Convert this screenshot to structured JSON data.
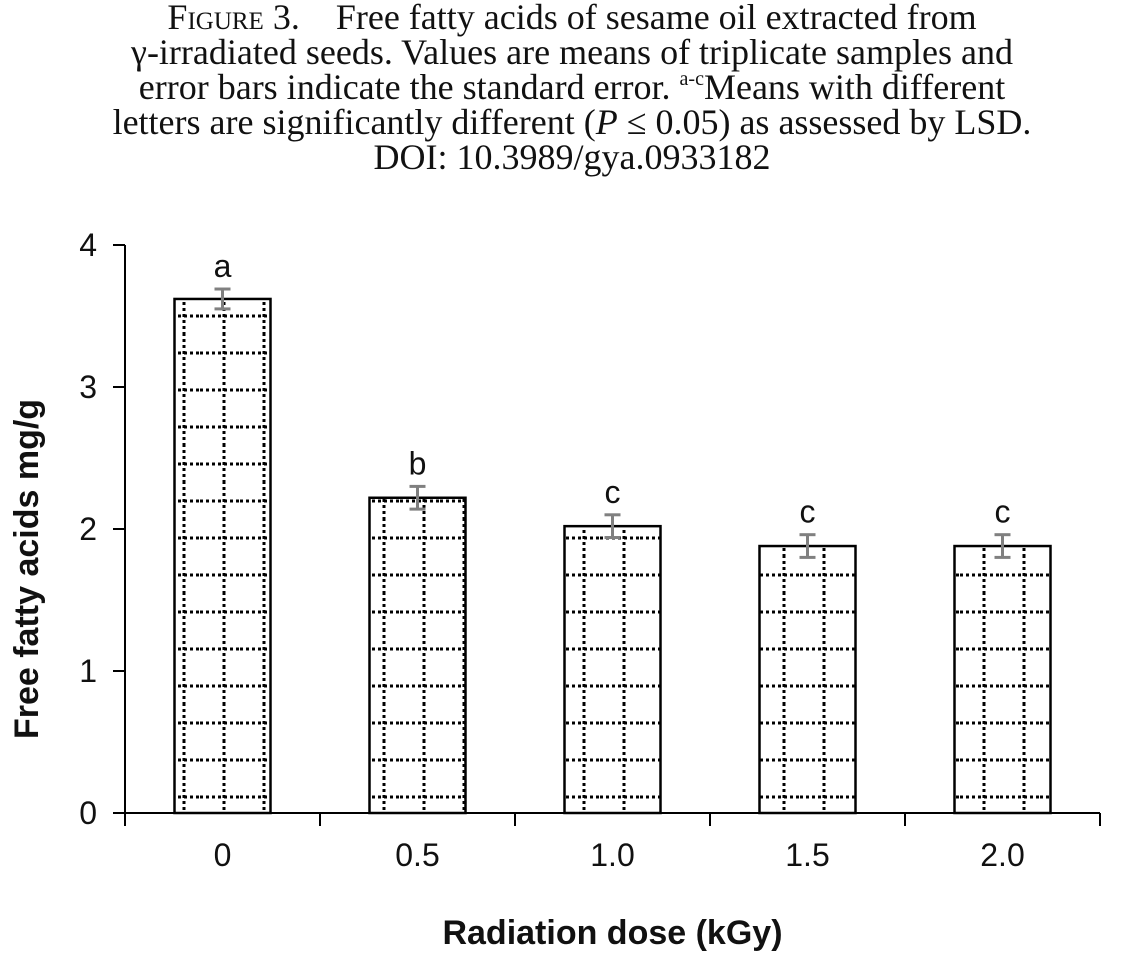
{
  "caption": {
    "figure_label": "Figure 3.",
    "line1_text": "Free fatty acids of sesame oil extracted from",
    "line2": "γ-irradiated seeds. Values are means of triplicate samples and",
    "line3_start": "error bars indicate the standard error. ",
    "line3_sup": "a-c",
    "line3_end": "Means with different",
    "line4_start": "letters are significantly different (",
    "line4_p": "P",
    "line4_end": " ≤ 0.05) as assessed by LSD.",
    "line5": "DOI: 10.3989/gya.0933182"
  },
  "chart_data": {
    "type": "bar",
    "categories": [
      "0",
      "0.5",
      "1.0",
      "1.5",
      "2.0"
    ],
    "values": [
      3.62,
      2.22,
      2.02,
      1.88,
      1.88
    ],
    "errors": [
      0.07,
      0.08,
      0.08,
      0.08,
      0.08
    ],
    "significance_letters": [
      "a",
      "b",
      "c",
      "c",
      "c"
    ],
    "xlabel": "Radiation dose (kGy)",
    "ylabel": "Free fatty acids mg/g",
    "ylim": [
      0,
      4
    ],
    "yticks": [
      "0",
      "1",
      "2",
      "3",
      "4"
    ],
    "grid": false,
    "bar_pattern": "dotted grid",
    "error_bar_color": "#808080"
  }
}
